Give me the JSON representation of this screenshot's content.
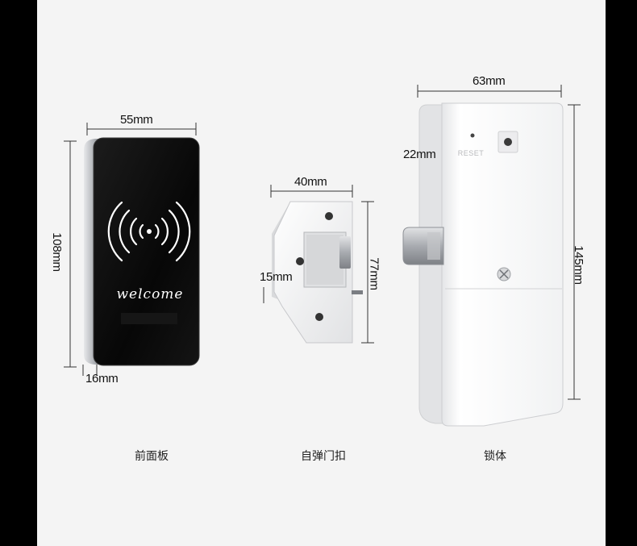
{
  "dimensions": {
    "panel_width": "55mm",
    "panel_height": "108mm",
    "panel_depth": "16mm",
    "strike_width": "40mm",
    "strike_height": "77mm",
    "strike_depth": "15mm",
    "lock_width": "63mm",
    "lock_height": "145mm",
    "lock_depth": "22mm"
  },
  "panel": {
    "logo_text": "welcome"
  },
  "lock": {
    "reset_label": "RESET"
  },
  "captions": {
    "front_panel": "前面板",
    "strike_plate": "自弹门扣",
    "lock_body": "锁体"
  },
  "colors": {
    "background": "#f4f4f4",
    "panel_face": "#0c0c0c",
    "silver": "#c9cbce",
    "white_body": "#ffffff"
  }
}
